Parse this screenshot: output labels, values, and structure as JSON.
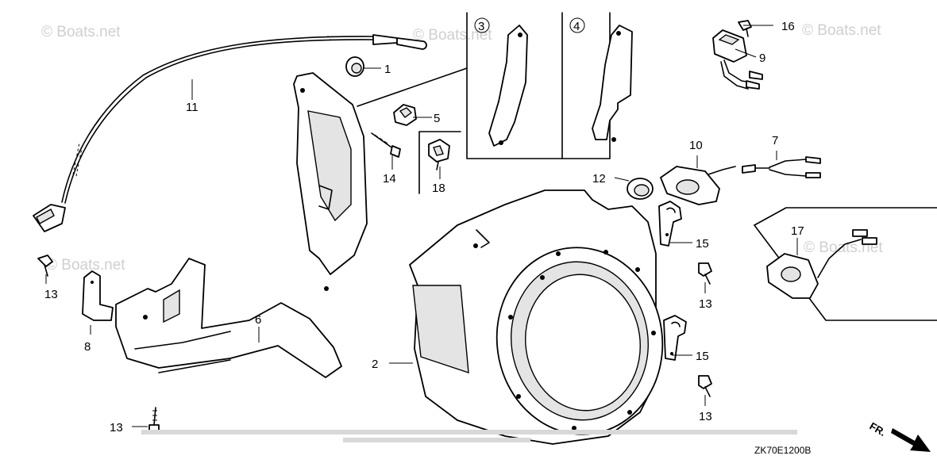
{
  "watermark": {
    "text": "© Boats.net"
  },
  "callouts": [
    {
      "id": "p1",
      "label": "1"
    },
    {
      "id": "p2",
      "label": "2"
    },
    {
      "id": "p3",
      "label": "3"
    },
    {
      "id": "p4",
      "label": "4"
    },
    {
      "id": "p5",
      "label": "5"
    },
    {
      "id": "p6",
      "label": "6"
    },
    {
      "id": "p7",
      "label": "7"
    },
    {
      "id": "p8",
      "label": "8"
    },
    {
      "id": "p9",
      "label": "9"
    },
    {
      "id": "p10",
      "label": "10"
    },
    {
      "id": "p11",
      "label": "11"
    },
    {
      "id": "p12",
      "label": "12"
    },
    {
      "id": "p13a",
      "label": "13"
    },
    {
      "id": "p13b",
      "label": "13"
    },
    {
      "id": "p13c",
      "label": "13"
    },
    {
      "id": "p13d",
      "label": "13"
    },
    {
      "id": "p14",
      "label": "14"
    },
    {
      "id": "p15a",
      "label": "15"
    },
    {
      "id": "p15b",
      "label": "15"
    },
    {
      "id": "p16",
      "label": "16"
    },
    {
      "id": "p17",
      "label": "17"
    },
    {
      "id": "p18",
      "label": "18"
    }
  ],
  "footer": {
    "diagram_code": "ZK70E1200B",
    "direction_label": "FR."
  }
}
